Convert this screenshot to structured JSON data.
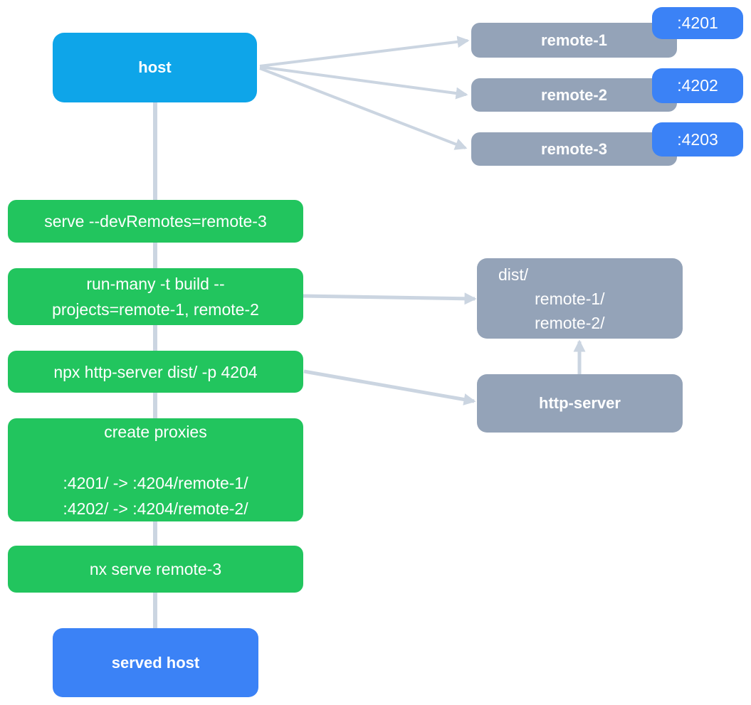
{
  "colors": {
    "host_blue": "#0EA5E9",
    "served_host_blue": "#3B82F6",
    "port_badge_blue": "#3B82F6",
    "artifact_gray": "#94A3B8",
    "command_green": "#22C55E",
    "connector_gray": "#CBD5E1",
    "text_white": "#FFFFFF"
  },
  "nodes": {
    "host": {
      "label": "host"
    },
    "served_host": {
      "label": "served host"
    },
    "remotes": [
      {
        "label": "remote-1",
        "port": ":4201"
      },
      {
        "label": "remote-2",
        "port": ":4202"
      },
      {
        "label": "remote-3",
        "port": ":4203"
      }
    ],
    "commands": [
      {
        "text": "serve --devRemotes=remote-3"
      },
      {
        "text": "run-many -t build --\nprojects=remote-1, remote-2"
      },
      {
        "text": "npx http-server dist/ -p 4204"
      },
      {
        "text": "create proxies\n\n:4201/ -> :4204/remote-1/\n:4202/ -> :4204/remote-2/"
      },
      {
        "text": "nx serve remote-3"
      }
    ],
    "dist_folder": {
      "text": "dist/\n        remote-1/\n        remote-2/"
    },
    "http_server": {
      "label": "http-server"
    }
  },
  "edges": [
    {
      "from": "host",
      "to": "remote-1"
    },
    {
      "from": "host",
      "to": "remote-2"
    },
    {
      "from": "host",
      "to": "remote-3"
    },
    {
      "from": "host",
      "to": "served host"
    },
    {
      "from": "run-many -t build",
      "to": "dist/"
    },
    {
      "from": "npx http-server dist/ -p 4204",
      "to": "http-server"
    },
    {
      "from": "http-server",
      "to": "dist/"
    }
  ]
}
